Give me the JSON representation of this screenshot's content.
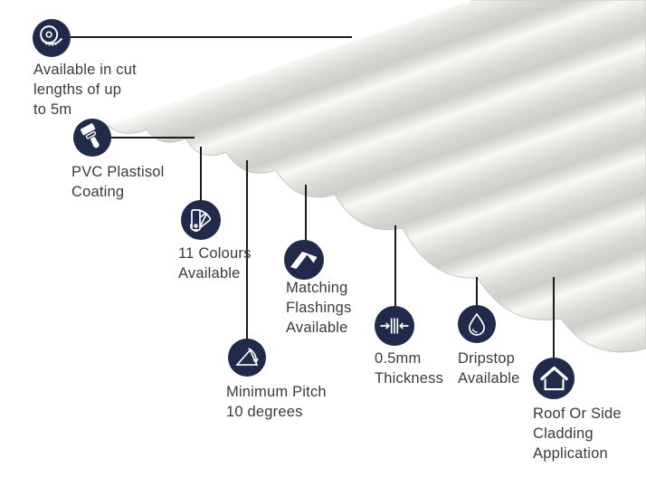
{
  "colors": {
    "background": "#ffffff",
    "icon_bg": "#202a4a",
    "icon_glyph": "#ffffff",
    "label_text": "#3b3b3b",
    "connector_line": "#1b1b1b",
    "sheet_highlight": "#f7f8f4",
    "sheet_mid": "#d7d9d4",
    "sheet_shadow": "#cdcfca"
  },
  "product": {
    "name": "Corrugated PVC plastisol coated roofing sheet",
    "illustration": "corrugated-sheet-photo"
  },
  "features": [
    {
      "id": "cut-lengths",
      "icon": "tape-measure-icon",
      "lines": [
        "Available in cut",
        "lengths of up",
        "to 5m"
      ]
    },
    {
      "id": "pvc-coating",
      "icon": "paint-brush-icon",
      "lines": [
        "PVC Plastisol",
        "Coating"
      ]
    },
    {
      "id": "colours",
      "icon": "colour-fan-icon",
      "lines": [
        "11 Colours",
        "Available"
      ]
    },
    {
      "id": "flashings",
      "icon": "flashing-sheet-icon",
      "lines": [
        "Matching",
        "Flashings",
        "Available"
      ]
    },
    {
      "id": "minimum-pitch",
      "icon": "pitch-angle-icon",
      "lines": [
        "Minimum Pitch",
        "10 degrees"
      ]
    },
    {
      "id": "thickness",
      "icon": "thickness-gauge-icon",
      "lines": [
        "0.5mm",
        "Thickness"
      ]
    },
    {
      "id": "dripstop",
      "icon": "water-droplet-icon",
      "lines": [
        "Dripstop",
        "Available"
      ]
    },
    {
      "id": "application",
      "icon": "house-icon",
      "lines": [
        "Roof Or Side",
        "Cladding",
        "Application"
      ]
    }
  ]
}
